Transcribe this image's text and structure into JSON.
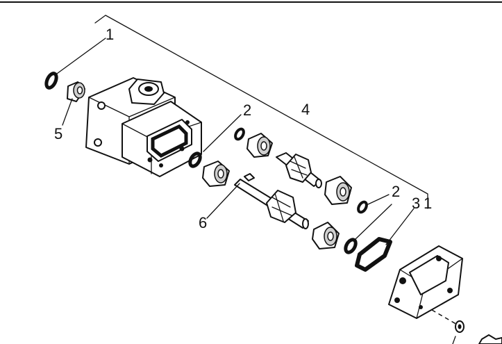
{
  "callouts": {
    "c1": "1",
    "c2a": "2",
    "c2b": "2",
    "c3": "3",
    "c1b": "1",
    "c4": "4",
    "c5": "5",
    "c6": "6"
  }
}
